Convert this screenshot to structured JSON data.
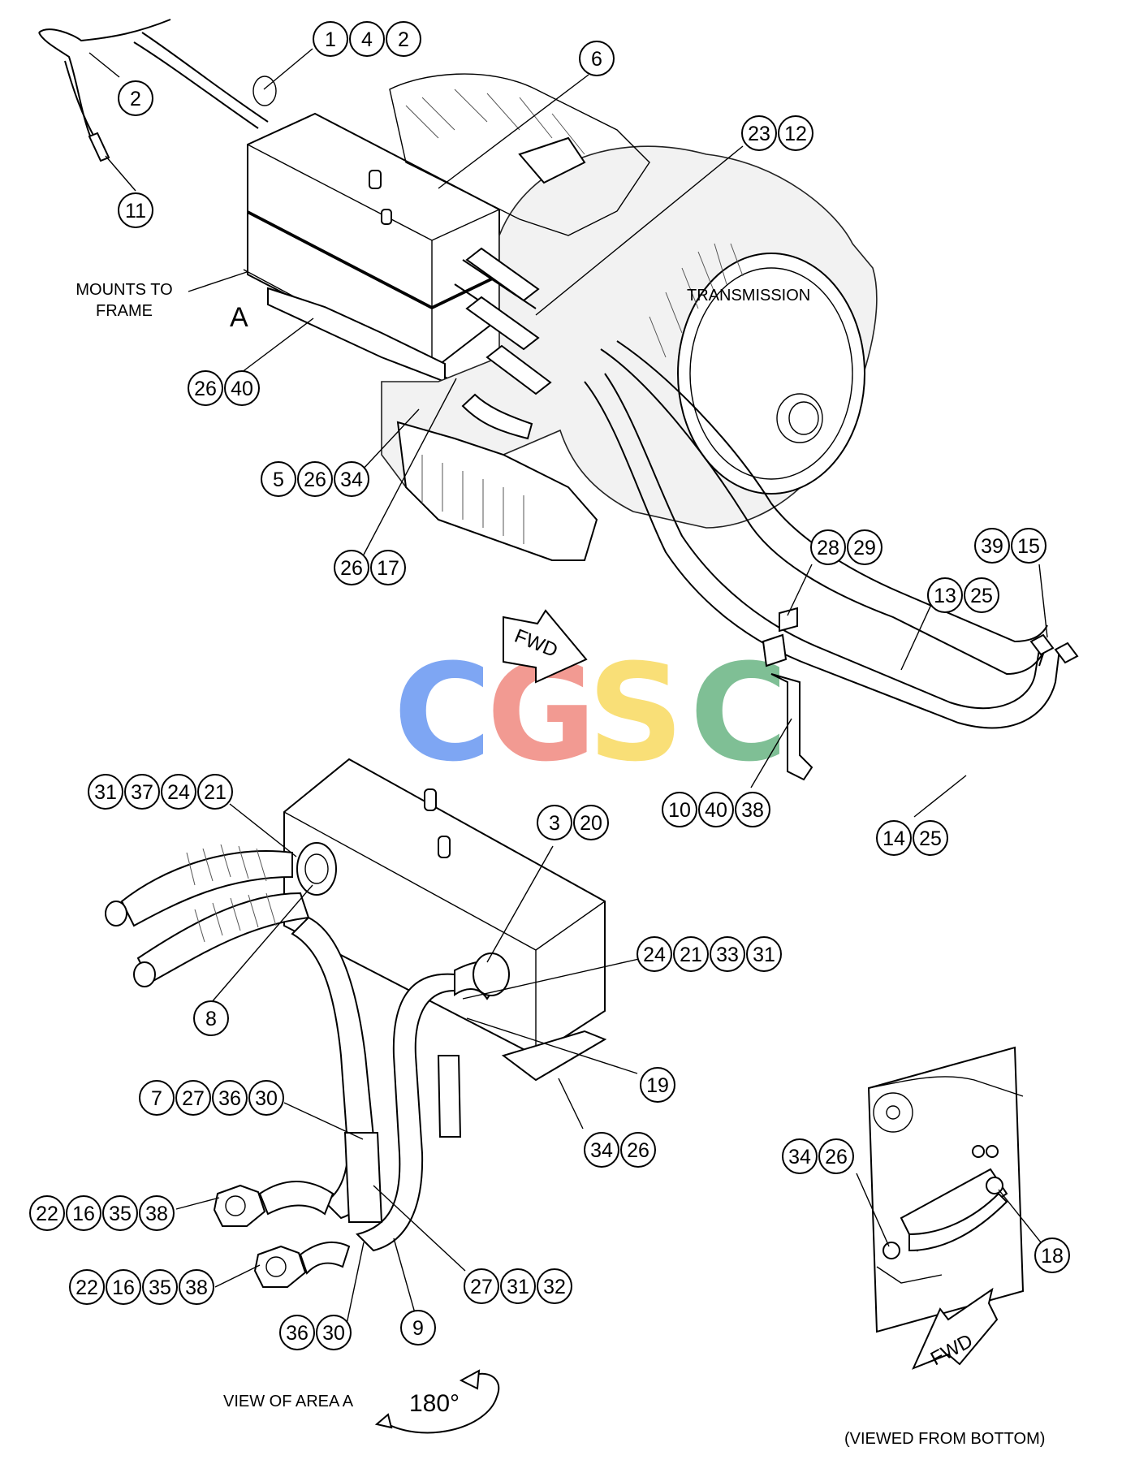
{
  "labels": {
    "mounts_to_frame_1": "MOUNTS TO",
    "mounts_to_frame_2": "FRAME",
    "area": "A",
    "transmission": "TRANSMISSION",
    "fwd": "FWD",
    "view_of_area": "VIEW OF AREA A",
    "rotation": "180°",
    "viewed_from_bottom": "(VIEWED FROM BOTTOM)"
  },
  "watermark": {
    "letters": [
      "C",
      "G",
      "S",
      "C"
    ],
    "colors": [
      "#7ea6f3",
      "#f29a92",
      "#f9df77",
      "#7fbf95"
    ]
  },
  "callouts": [
    [
      "1",
      "4",
      "2"
    ],
    [
      "2"
    ],
    [
      "11"
    ],
    [
      "6"
    ],
    [
      "23",
      "12"
    ],
    [
      "26",
      "40"
    ],
    [
      "5",
      "26",
      "34"
    ],
    [
      "26",
      "17"
    ],
    [
      "28",
      "29"
    ],
    [
      "39",
      "15"
    ],
    [
      "13",
      "25"
    ],
    [
      "10",
      "40",
      "38"
    ],
    [
      "14",
      "25"
    ],
    [
      "31",
      "37",
      "24",
      "21"
    ],
    [
      "3",
      "20"
    ],
    [
      "8"
    ],
    [
      "24",
      "21",
      "33",
      "31"
    ],
    [
      "19"
    ],
    [
      "7",
      "27",
      "36",
      "30"
    ],
    [
      "34",
      "26"
    ],
    [
      "22",
      "16",
      "35",
      "38"
    ],
    [
      "22",
      "16",
      "35",
      "38"
    ],
    [
      "27",
      "31",
      "32"
    ],
    [
      "36",
      "30"
    ],
    [
      "9"
    ],
    [
      "34",
      "26"
    ],
    [
      "18"
    ]
  ]
}
